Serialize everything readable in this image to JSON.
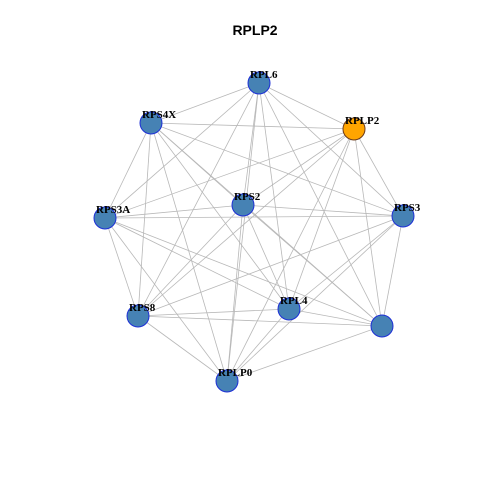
{
  "title": "RPLP2",
  "colors": {
    "node_fill": "#4682B4",
    "node_stroke": "#1d2fd6",
    "focus_fill": "#FFA500",
    "focus_stroke": "#6b3a1a",
    "edge": "#b8b8b8"
  },
  "nodes": [
    {
      "id": "RPL6",
      "label": "RPL6",
      "focus": false
    },
    {
      "id": "RPLP2",
      "label": "RPLP2",
      "focus": true
    },
    {
      "id": "RPS4X",
      "label": "RPS4X",
      "focus": false
    },
    {
      "id": "RPS2",
      "label": "RPS2",
      "focus": false
    },
    {
      "id": "RPS3A",
      "label": "RPS3A",
      "focus": false
    },
    {
      "id": "RPS3",
      "label": "RPS3",
      "focus": false
    },
    {
      "id": "RPS8",
      "label": "RPS8",
      "focus": false
    },
    {
      "id": "RPL4",
      "label": "RPL4",
      "focus": false
    },
    {
      "id": "UNLABELED",
      "label": "",
      "focus": false
    },
    {
      "id": "RPLP0",
      "label": "RPLP0",
      "focus": false
    }
  ],
  "edges": [
    [
      "RPL6",
      "RPLP2"
    ],
    [
      "RPL6",
      "RPS4X"
    ],
    [
      "RPL6",
      "RPS3A"
    ],
    [
      "RPL6",
      "RPS3"
    ],
    [
      "RPL6",
      "RPS8"
    ],
    [
      "RPL6",
      "RPL4"
    ],
    [
      "RPL6",
      "UNLABELED"
    ],
    [
      "RPL6",
      "RPLP0"
    ],
    [
      "RPL6",
      "RPS2"
    ],
    [
      "RPLP2",
      "RPS4X"
    ],
    [
      "RPLP2",
      "RPS2"
    ],
    [
      "RPLP2",
      "RPS3A"
    ],
    [
      "RPLP2",
      "RPS3"
    ],
    [
      "RPLP2",
      "RPS8"
    ],
    [
      "RPLP2",
      "RPL4"
    ],
    [
      "RPLP2",
      "UNLABELED"
    ],
    [
      "RPLP2",
      "RPLP0"
    ],
    [
      "RPS4X",
      "RPS3A"
    ],
    [
      "RPS4X",
      "RPS2"
    ],
    [
      "RPS4X",
      "RPS3"
    ],
    [
      "RPS4X",
      "RPS8"
    ],
    [
      "RPS4X",
      "RPL4"
    ],
    [
      "RPS4X",
      "UNLABELED"
    ],
    [
      "RPS4X",
      "RPLP0"
    ],
    [
      "RPS2",
      "RPS3A"
    ],
    [
      "RPS2",
      "RPS3"
    ],
    [
      "RPS2",
      "RPS8"
    ],
    [
      "RPS2",
      "RPL4"
    ],
    [
      "RPS2",
      "UNLABELED"
    ],
    [
      "RPS2",
      "RPLP0"
    ],
    [
      "RPS3A",
      "RPS3"
    ],
    [
      "RPS3A",
      "RPS8"
    ],
    [
      "RPS3A",
      "RPL4"
    ],
    [
      "RPS3A",
      "UNLABELED"
    ],
    [
      "RPS3A",
      "RPLP0"
    ],
    [
      "RPS3",
      "RPS8"
    ],
    [
      "RPS3",
      "RPL4"
    ],
    [
      "RPS3",
      "UNLABELED"
    ],
    [
      "RPS3",
      "RPLP0"
    ],
    [
      "RPS8",
      "RPL4"
    ],
    [
      "RPS8",
      "UNLABELED"
    ],
    [
      "RPS8",
      "RPLP0"
    ],
    [
      "RPL4",
      "UNLABELED"
    ],
    [
      "RPL4",
      "RPLP0"
    ],
    [
      "UNLABELED",
      "RPLP0"
    ]
  ]
}
